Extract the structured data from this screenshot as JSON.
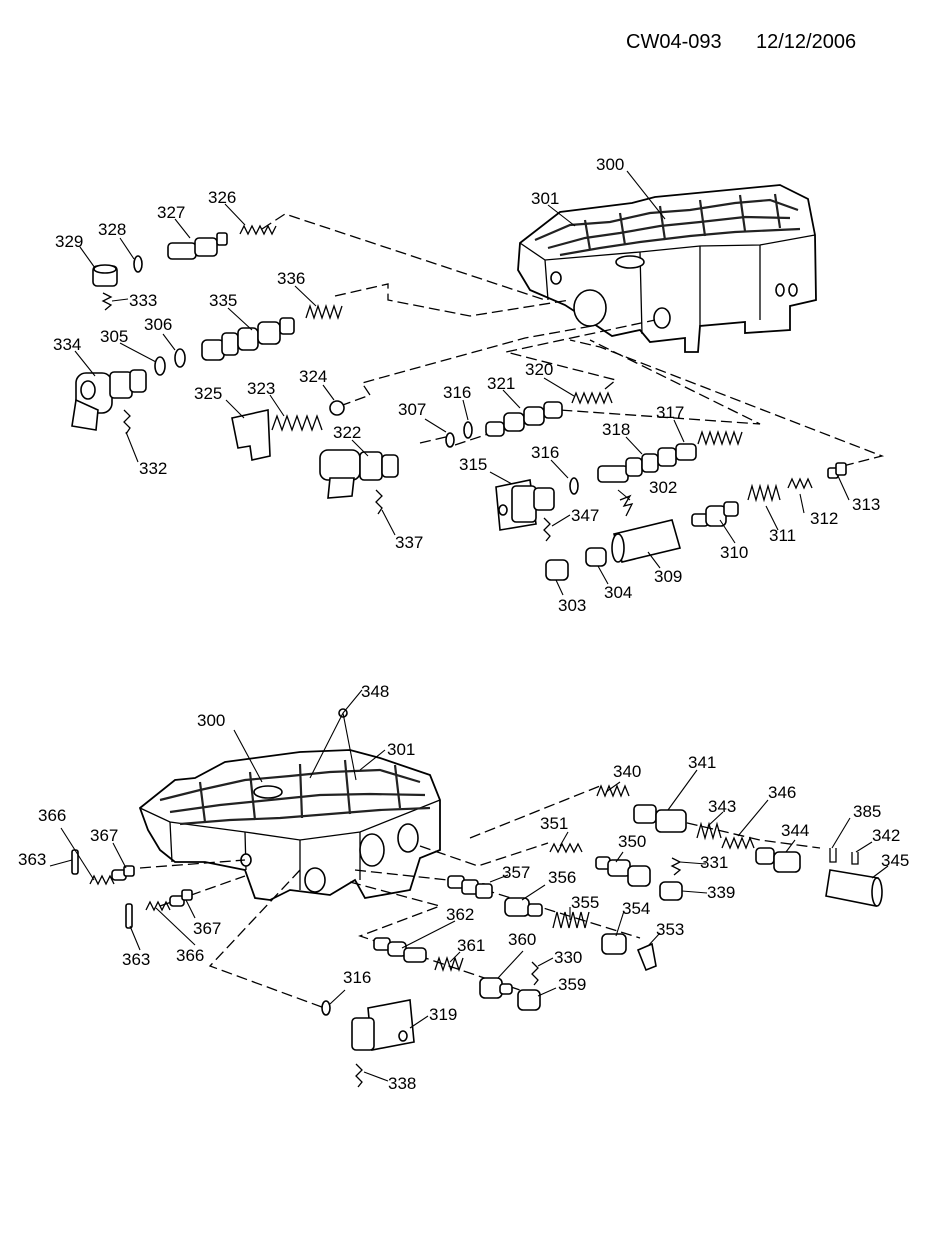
{
  "header": {
    "doc_code": "CW04-093",
    "date": "12/12/2006"
  },
  "callouts": {
    "c300a": "300",
    "c301a": "301",
    "c326": "326",
    "c327": "327",
    "c328": "328",
    "c329": "329",
    "c333": "333",
    "c336": "336",
    "c335": "335",
    "c306": "306",
    "c305": "305",
    "c334": "334",
    "c332": "332",
    "c324": "324",
    "c323": "323",
    "c325": "325",
    "c320": "320",
    "c321": "321",
    "c316a": "316",
    "c307": "307",
    "c322": "322",
    "c337": "337",
    "c317": "317",
    "c318": "318",
    "c316b": "316",
    "c315": "315",
    "c302": "302",
    "c347": "347",
    "c313": "313",
    "c312": "312",
    "c311": "311",
    "c310": "310",
    "c309": "309",
    "c304": "304",
    "c303": "303",
    "c348": "348",
    "c300b": "300",
    "c301b": "301",
    "c340": "340",
    "c341": "341",
    "c343": "343",
    "c346": "346",
    "c385": "385",
    "c342": "342",
    "c345": "345",
    "c344": "344",
    "c351": "351",
    "c350": "350",
    "c331": "331",
    "c339": "339",
    "c357": "357",
    "c356": "356",
    "c355": "355",
    "c354": "354",
    "c353": "353",
    "c366a": "366",
    "c367a": "367",
    "c363a": "363",
    "c367b": "367",
    "c363b": "363",
    "c366b": "366",
    "c362": "362",
    "c361": "361",
    "c360": "360",
    "c330": "330",
    "c359": "359",
    "c316c": "316",
    "c319": "319",
    "c338": "338"
  }
}
